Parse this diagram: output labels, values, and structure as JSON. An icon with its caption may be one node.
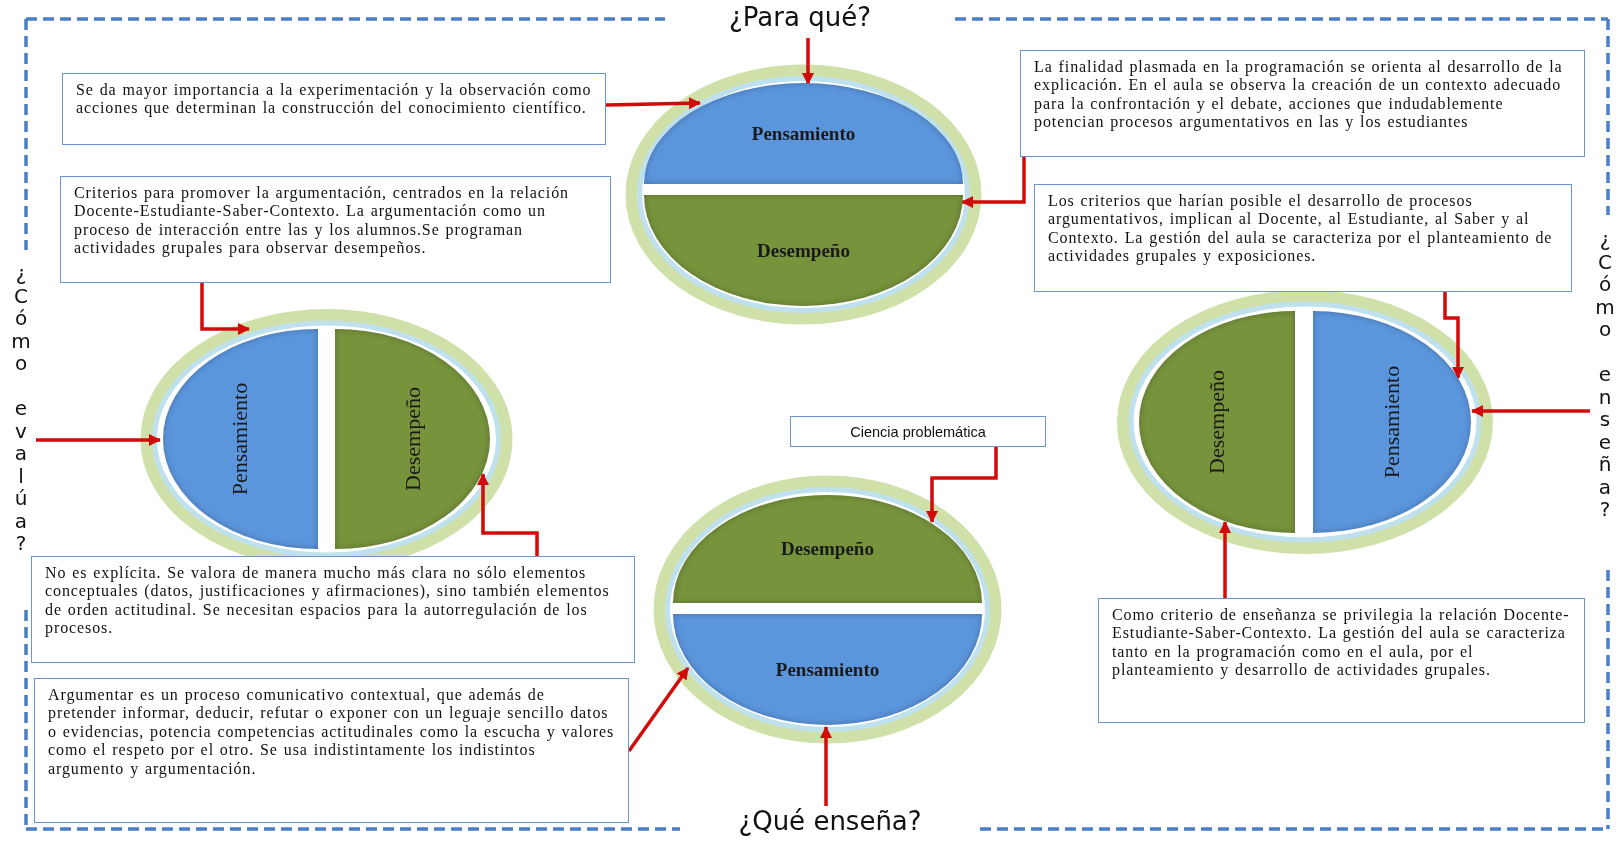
{
  "diagram": {
    "nodes": [
      {
        "text": [
          "¿Para qué?"
        ]
      },
      {
        "text": [
          "Se da mayor importancia a la experimentación y la observación como acciones que determinan la construcción del conocimiento científico."
        ]
      },
      {
        "text": [
          "La finalidad plasmada en la programación se orienta al desarrollo de la explicación. En el aula se observa la creación de un contexto adecuado para la confrontación y el debate, acciones que indudablemente potencian procesos argumentativos en las y los estudiantes"
        ]
      },
      {
        "text": [
          "Pensamiento"
        ]
      },
      {
        "text": [
          "Criterios para promover la argumentación, centrados en la relación Docente-Estudiante-Saber-Contexto. La argumentación como un proceso de interacción entre las y los alumnos.Se programan actividades grupales para observar desempeños."
        ]
      },
      {
        "text": [
          "Desempeño"
        ]
      },
      {
        "text": [
          "Los criterios que harían posible el desarrollo de procesos argumentativos, implican al Docente, al Estudiante, al Saber y al Contexto. La gestión del aula se caracteriza por el planteamiento de actividades grupales y exposiciones."
        ]
      },
      {
        "text": [
          "¿Cómo evalúa?"
        ]
      },
      {
        "text": [
          "Pensamiento"
        ]
      },
      {
        "text": [
          "Desempeño"
        ]
      },
      {
        "text": [
          "Desempeño"
        ]
      },
      {
        "text": [
          "Pensamiento"
        ]
      },
      {
        "text": [
          "¿Cómo enseña?"
        ]
      },
      {
        "text": [
          "Ciencia problemática"
        ]
      },
      {
        "text": [
          "Desempeño"
        ]
      },
      {
        "text": [
          "No es explícita. Se valora de manera mucho más clara no sólo elementos conceptuales (datos, justificaciones y afirmaciones), sino también elementos de orden actitudinal. Se necesitan espacios para la autorregulación de los procesos."
        ]
      },
      {
        "text": [
          "Pensamiento"
        ]
      },
      {
        "text": [
          "Como criterio de enseñanza se privilegia la relación Docente-Estudiante-Saber-Contexto. La gestión del aula se caracteriza tanto en la programación como en el aula, por el planteamiento y desarrollo de actividades grupales."
        ]
      },
      {
        "text": [
          "Argumentar es un proceso comunicativo contextual, que además de pretender informar, deducir, refutar o exponer con un leguaje sencillo datos o evidencias, potencia competencias actitudinales como la escucha y valores como el respeto por el otro. Se usa indistintamente los indistintos argumento y argumentación."
        ]
      },
      {
        "text": [
          "¿Qué enseña?"
        ]
      }
    ],
    "edges": [
      {
        "from": 0,
        "to": 3,
        "arrow": "to"
      },
      {
        "from": 1,
        "to": 3,
        "arrow": "to"
      },
      {
        "from": 2,
        "to": 5,
        "arrow": "to"
      },
      {
        "from": 4,
        "to": 8,
        "arrow": "to"
      },
      {
        "from": 6,
        "to": 11,
        "arrow": "to"
      },
      {
        "from": 12,
        "to": 11,
        "arrow": "to"
      },
      {
        "from": 7,
        "to": 8,
        "arrow": "to"
      },
      {
        "from": 15,
        "to": 9,
        "arrow": "to"
      },
      {
        "from": 13,
        "to": 14,
        "arrow": "to"
      },
      {
        "from": 18,
        "to": 16,
        "arrow": "to"
      },
      {
        "from": 19,
        "to": 16,
        "arrow": "to"
      },
      {
        "from": 17,
        "to": 10,
        "arrow": "to"
      }
    ]
  }
}
